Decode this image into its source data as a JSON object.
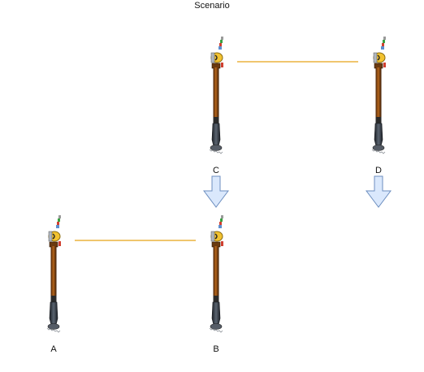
{
  "diagram": {
    "title": "Scenario",
    "nodes": [
      {
        "id": "C",
        "label": "C"
      },
      {
        "id": "D",
        "label": "D"
      },
      {
        "id": "A",
        "label": "A"
      },
      {
        "id": "B",
        "label": "B"
      }
    ],
    "links": [
      {
        "from": "C",
        "to": "D",
        "kind": "line"
      },
      {
        "from": "A",
        "to": "B",
        "kind": "line"
      }
    ],
    "arrows": [
      {
        "under": "C",
        "direction": "down"
      },
      {
        "under": "D",
        "direction": "down"
      }
    ]
  },
  "colors": {
    "link": "#e8a317",
    "arrow_fill": "#dae8fc",
    "arrow_stroke": "#6c8ebf",
    "pole_wood": "#8a4a12",
    "pole_dark": "#3a3f48"
  },
  "icons": {
    "post": "mooring-post-icon",
    "arrow": "down-arrow-icon"
  }
}
